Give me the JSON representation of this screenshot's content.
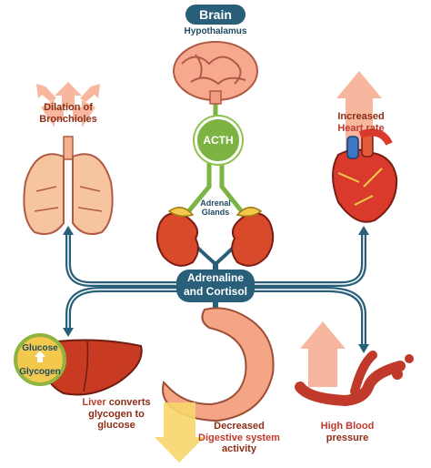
{
  "nodes": {
    "brain": "Brain",
    "hypothalamus": "Hypothalamus",
    "acth": "ACTH",
    "adrenal_glands": [
      "Adrenal",
      "Glands"
    ],
    "hormones": [
      "Adrenaline",
      "and Cortisol"
    ],
    "bronchioles": [
      "Dilation of",
      "Bronchioles"
    ],
    "heart": [
      "Increased",
      "Heart rate"
    ],
    "liver_circle_top": "Glucose",
    "liver_circle_bottom": "Glycogen",
    "liver": {
      "hi": "Liver",
      "rest": " converts",
      "line2": "glycogen to",
      "line3": "glucose"
    },
    "stomach": [
      "Decreased",
      "Digestive system",
      "activity"
    ],
    "blood": [
      "High Blood",
      "pressure"
    ]
  },
  "colors": {
    "flow": "#2a5f7a",
    "acth": "#7cb342",
    "up_arrow": "#f6b79e",
    "down_arrow": "#f7d66b",
    "organ_red": "#c0392b"
  }
}
